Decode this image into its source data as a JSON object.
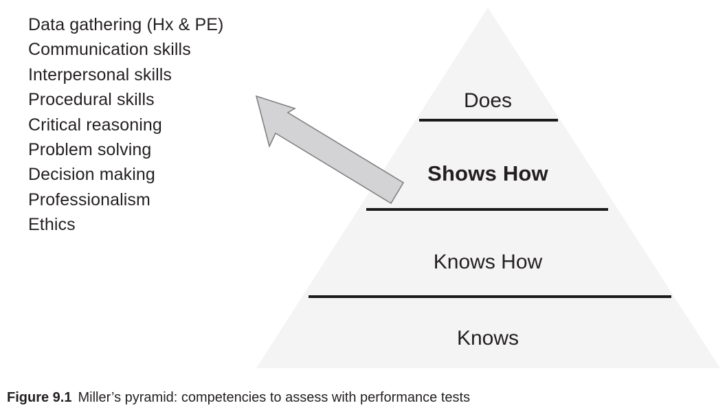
{
  "figure": {
    "caption_number": "Figure 9.1",
    "caption_text": "Miller’s pyramid: competencies to assess with performance tests"
  },
  "competencies": {
    "items": [
      "Data gathering (Hx & PE)",
      "Communication skills",
      "Interpersonal skills",
      "Procedural skills",
      "Critical reasoning",
      "Problem solving",
      "Decision making",
      "Professionalism",
      "Ethics"
    ]
  },
  "pyramid": {
    "levels": [
      {
        "label": "Does",
        "emphasis": "normal"
      },
      {
        "label": "Shows How",
        "emphasis": "bold"
      },
      {
        "label": "Knows How",
        "emphasis": "normal"
      },
      {
        "label": "Knows",
        "emphasis": "normal"
      }
    ],
    "fill_color": "#f4f4f4",
    "divider_color": "#1a1a1a"
  },
  "arrow": {
    "name": "pointer-arrow",
    "direction": "up-left",
    "fill_color": "#d3d3d5",
    "stroke_color": "#808080"
  }
}
